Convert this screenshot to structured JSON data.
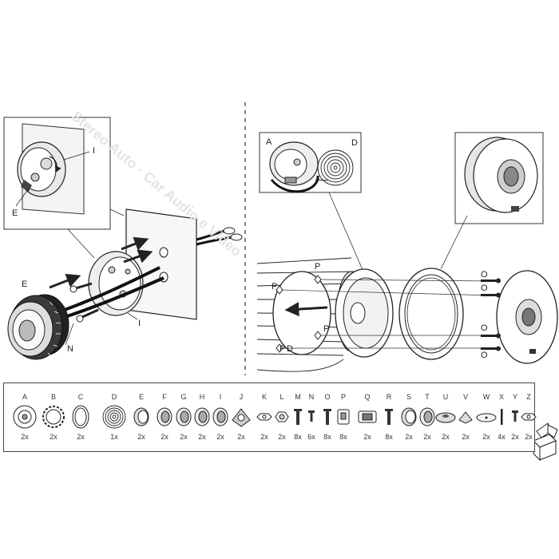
{
  "watermark": "Stereo Auto · Car Audio e Video",
  "left_panel": {
    "inset_labels": {
      "I": "I",
      "E": "E"
    },
    "callouts": {
      "E": "E",
      "N": "N",
      "I": "I"
    }
  },
  "right_panel": {
    "inset_labels": {
      "A": "A",
      "D": "D"
    },
    "callouts": {
      "P_top": "P",
      "P_left": "P",
      "P_low": "P",
      "P_bottom_left": "P",
      "D": "D",
      "O1": "O",
      "O2": "O",
      "O3": "O",
      "O4": "O"
    }
  },
  "parts": [
    {
      "letter": "A",
      "qty": "2x",
      "icon": "ring-cone"
    },
    {
      "letter": "B",
      "qty": "2x",
      "icon": "gear-ring"
    },
    {
      "letter": "C",
      "qty": "2x",
      "icon": "oval-ring"
    },
    {
      "letter": "D",
      "qty": "1x",
      "icon": "spiral"
    },
    {
      "letter": "E",
      "qty": "2x",
      "icon": "cup"
    },
    {
      "letter": "F",
      "qty": "2x",
      "icon": "cup-ring"
    },
    {
      "letter": "G",
      "qty": "2x",
      "icon": "cup-ring"
    },
    {
      "letter": "H",
      "qty": "2x",
      "icon": "cup-ring"
    },
    {
      "letter": "I",
      "qty": "2x",
      "icon": "cup-ring"
    },
    {
      "letter": "J",
      "qty": "2x",
      "icon": "bracket"
    },
    {
      "letter": "K",
      "qty": "2x",
      "icon": "nut"
    },
    {
      "letter": "L",
      "qty": "2x",
      "icon": "nut-hex"
    },
    {
      "letter": "M",
      "qty": "8x",
      "icon": "screw"
    },
    {
      "letter": "N",
      "qty": "6x",
      "icon": "screw-small"
    },
    {
      "letter": "O",
      "qty": "8x",
      "icon": "screw"
    },
    {
      "letter": "P",
      "qty": "8x",
      "icon": "clip"
    },
    {
      "letter": "Q",
      "qty": "2x",
      "icon": "plate"
    },
    {
      "letter": "R",
      "qty": "8x",
      "icon": "screw"
    },
    {
      "letter": "S",
      "qty": "2x",
      "icon": "cup"
    },
    {
      "letter": "T",
      "qty": "2x",
      "icon": "cup-ring"
    },
    {
      "letter": "U",
      "qty": "2x",
      "icon": "disc"
    },
    {
      "letter": "V",
      "qty": "2x",
      "icon": "bracket-small"
    },
    {
      "letter": "W",
      "qty": "2x",
      "icon": "disc-thin"
    },
    {
      "letter": "X",
      "qty": "4x",
      "icon": "pin"
    },
    {
      "letter": "Y",
      "qty": "2x",
      "icon": "screw-small"
    },
    {
      "letter": "Z",
      "qty": "2x",
      "icon": "nut"
    }
  ],
  "icons": {
    "box": "open-box-icon",
    "arrow": "arrow-icon"
  }
}
